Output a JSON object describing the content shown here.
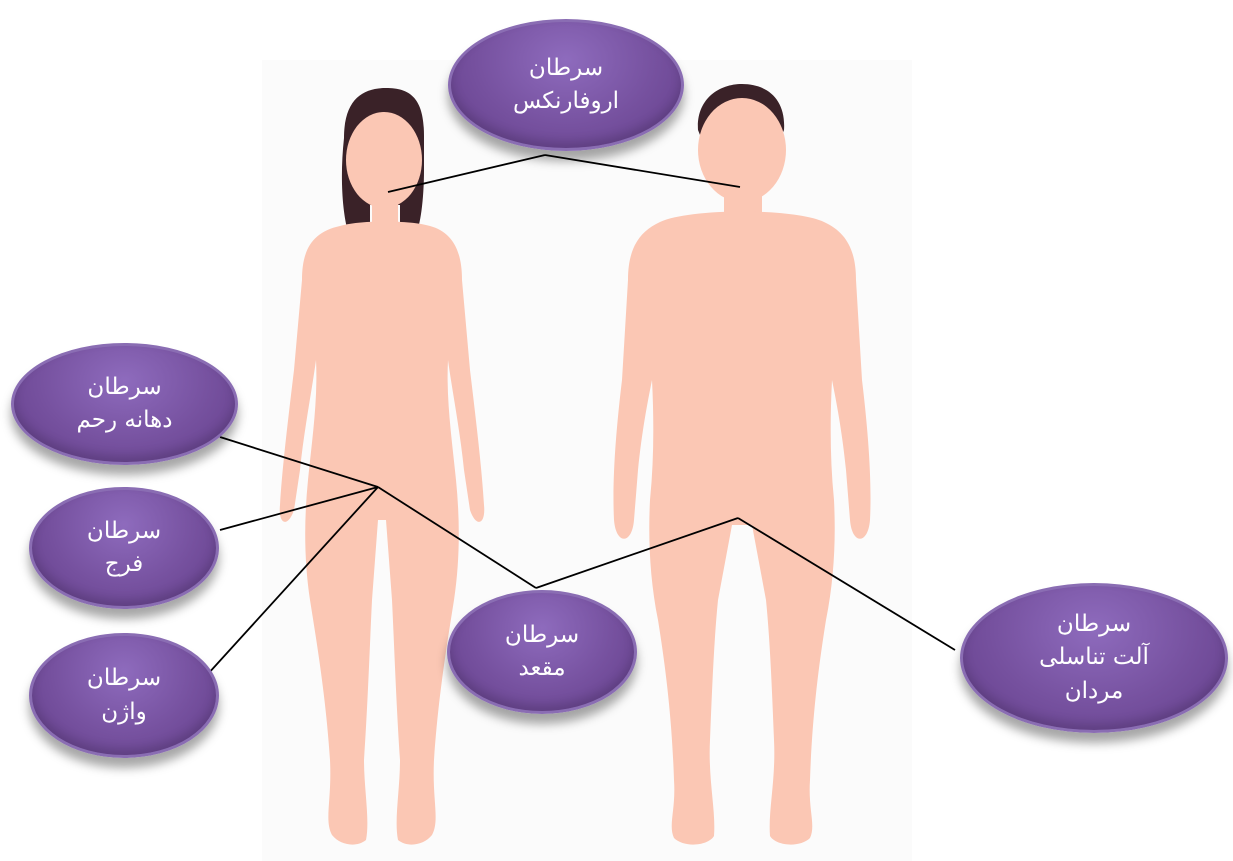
{
  "labels": {
    "oropharynx": {
      "line1": "سرطان",
      "line2": "اروفارنکس"
    },
    "cervix": {
      "line1": "سرطان",
      "line2": "دهانه رحم"
    },
    "vulva": {
      "line1": "سرطان",
      "line2": "فرج"
    },
    "vagina": {
      "line1": "سرطان",
      "line2": "واژن"
    },
    "anus": {
      "line1": "سرطان",
      "line2": "مقعد"
    },
    "penis": {
      "line1": "سرطان",
      "line2": "آلت تناسلی",
      "line3": "مردان"
    }
  },
  "colors": {
    "skin": "#fbc7b4",
    "hair": "#3a2228",
    "bubble_fill": "#76519f",
    "bubble_border": "#8a6db3",
    "connector": "#000000"
  },
  "figures": [
    "female-silhouette",
    "male-silhouette"
  ]
}
